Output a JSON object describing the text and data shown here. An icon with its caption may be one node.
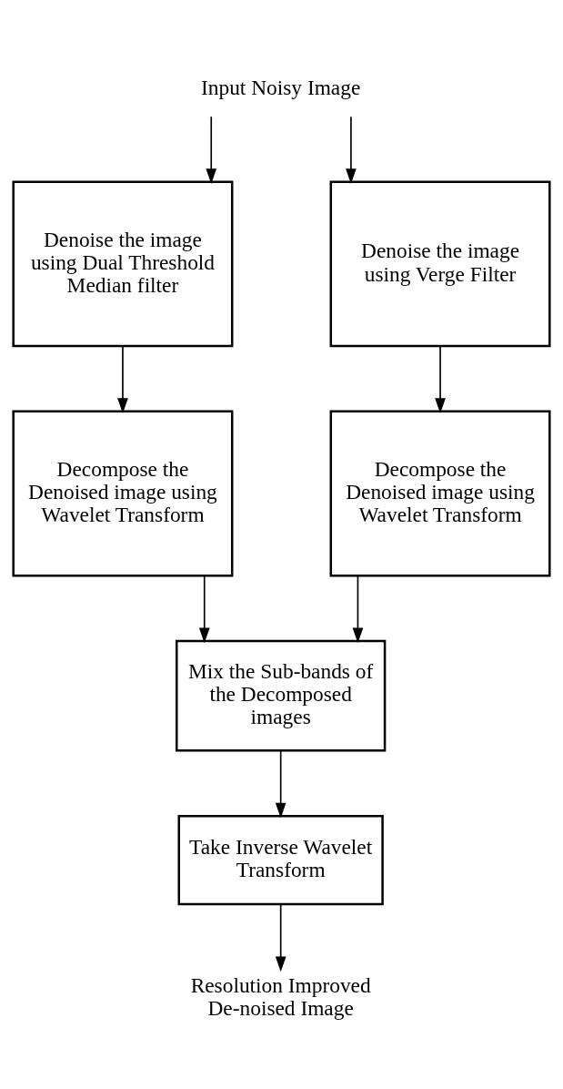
{
  "diagram": {
    "nodes": [
      {
        "text": [
          "Input Noisy Image"
        ]
      },
      {
        "text": [
          "Denoise the image using Dual Threshold Median filter"
        ]
      },
      {
        "text": [
          "Denoise the image using Verge Filter"
        ]
      },
      {
        "text": [
          "Decompose the Denoised image using Wavelet Transform"
        ]
      },
      {
        "text": [
          "Decompose the Denoised image using Wavelet Transform"
        ]
      },
      {
        "text": [
          "Mix the Sub-bands of the Decomposed images"
        ]
      },
      {
        "text": [
          "Take Inverse Wavelet Transform"
        ]
      },
      {
        "text": [
          "Resolution Improved De-noised Image"
        ]
      }
    ],
    "edges": [
      {
        "from": 0,
        "to": 1,
        "arrow": "to"
      },
      {
        "from": 0,
        "to": 2,
        "arrow": "to"
      },
      {
        "from": 1,
        "to": 3,
        "arrow": "to"
      },
      {
        "from": 2,
        "to": 4,
        "arrow": "to"
      },
      {
        "from": 3,
        "to": 5,
        "arrow": "to"
      },
      {
        "from": 4,
        "to": 5,
        "arrow": "to"
      },
      {
        "from": 5,
        "to": 6,
        "arrow": "to"
      },
      {
        "from": 6,
        "to": 7,
        "arrow": "to"
      }
    ]
  }
}
